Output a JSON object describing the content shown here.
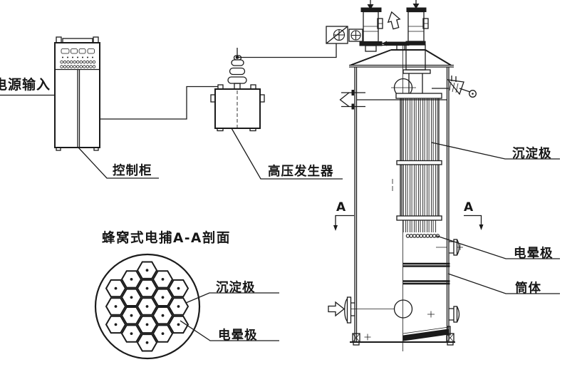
{
  "labels": {
    "power_input": "电源输入",
    "control_cabinet": "控制柜",
    "hv_generator": "高压发生器",
    "settling_electrode": "沉淀极",
    "corona_electrode": "电晕极",
    "shell_body": "筒体",
    "section_marker": "A"
  },
  "cross_section": {
    "title": "蜂窝式电捕A-A剖面",
    "settling_electrode": "沉淀极",
    "corona_electrode": "电晕极",
    "cell_count": 19
  },
  "colors": {
    "line": "#1b1b1b",
    "background": "#ffffff"
  }
}
